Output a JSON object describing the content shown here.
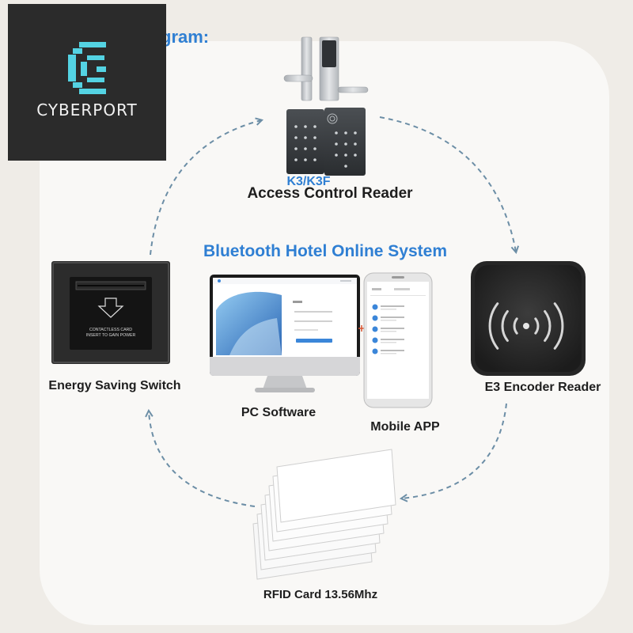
{
  "header": {
    "title_fragment": "gram:"
  },
  "logo": {
    "text": "CYBERPORT",
    "icon": "cyberport-logo-icon"
  },
  "colors": {
    "accent_blue": "#2f7fd3",
    "flow_arrow": "#6c8ea6",
    "logo_cyan": "#54d3e3",
    "logo_background": "#2b2b2b"
  },
  "diagram": {
    "center_title": "Bluetooth Hotel Online System",
    "access_control": {
      "model": "K3/K3F",
      "label": "Access Control Reader",
      "icon": "door-lock-icon"
    },
    "energy_switch": {
      "label": "Energy Saving Switch",
      "device_text": [
        "CONTACTLESS CARD",
        "INSERT TO GAIN POWER"
      ],
      "icon": "energy-switch-icon"
    },
    "encoder": {
      "label": "E3 Encoder Reader",
      "icon": "nfc-reader-icon"
    },
    "pc_software": {
      "label": "PC Software",
      "icon": "desktop-monitor-icon"
    },
    "mobile_app": {
      "label": "Mobile APP",
      "icon": "smartphone-icon"
    },
    "rfid_card": {
      "label": "RFID Card 13.56Mhz",
      "icon": "rfid-card-stack-icon"
    }
  }
}
